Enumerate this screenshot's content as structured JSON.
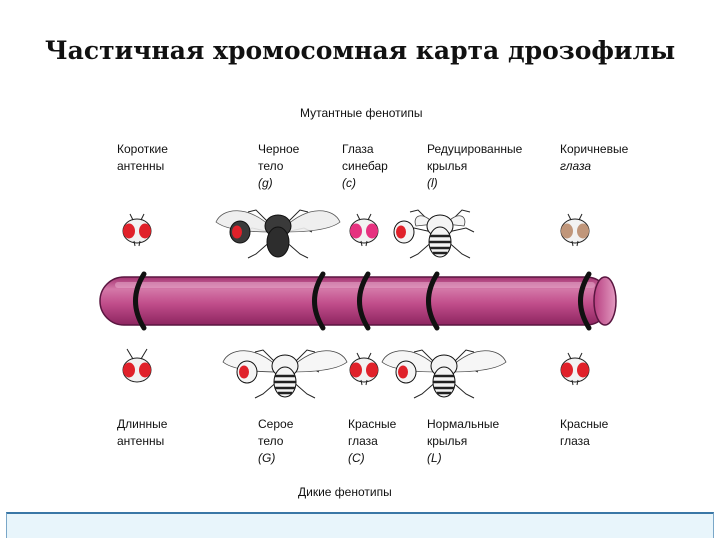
{
  "title": "Частичная хромосомная карта дрозофилы",
  "mutant_header": "Мутантные фенотипы",
  "wild_header": "Дикие фенотипы",
  "colors": {
    "chromosome": "#c8508e",
    "chromosome_dark": "#8d2560",
    "chromosome_light": "#e39bc1",
    "eye_red": "#e0212a",
    "eye_cinnabar": "#e6317f",
    "eye_brown": "#c0967a",
    "body_black": "#3a3a3a",
    "body_gray": "#f4f4f4",
    "footer_bg": "#e8f5fb",
    "footer_border": "#3a77a6"
  },
  "mutant": [
    {
      "line1": "Короткие",
      "line2": "антенны",
      "line3": ""
    },
    {
      "line1": "Черное",
      "line2": "тело",
      "line3": "(g)"
    },
    {
      "line1": "Глаза",
      "line2": "синебар",
      "line3": "(c)"
    },
    {
      "line1": "Редуцированные",
      "line2": "крылья",
      "line3": "(l)"
    },
    {
      "line1": "Коричневые",
      "line2": "глаза",
      "line3": ""
    }
  ],
  "wild": [
    {
      "line1": "Длинные",
      "line2": "антенны",
      "line3": ""
    },
    {
      "line1": "Серое",
      "line2": "тело",
      "line3": "(G)"
    },
    {
      "line1": "Красные",
      "line2": "глаза",
      "line3": "(C)"
    },
    {
      "line1": "Нормальные",
      "line2": "крылья",
      "line3": "(L)"
    },
    {
      "line1": "Красные",
      "line2": "глаза",
      "line3": ""
    }
  ]
}
